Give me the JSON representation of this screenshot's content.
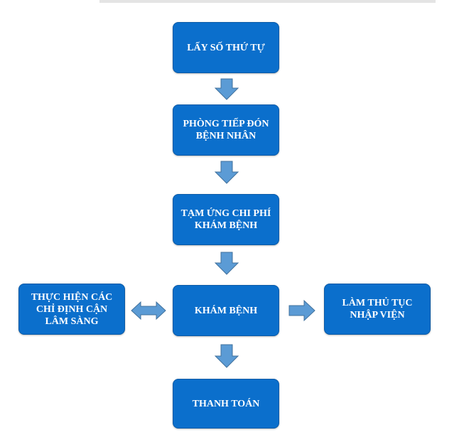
{
  "colors": {
    "node_fill": "#0b6fcc",
    "node_border": "#0a5aa6",
    "arrow_fill": "#5b9bd5",
    "arrow_stroke": "#41719c"
  },
  "nodes": {
    "lay_so": "LẤY SỐ THỨ TỰ",
    "tiep_don": "PHÒNG TIẾP ĐÓN BỆNH NHÂN",
    "tam_ung": "TẠM ỨNG CHI PHÍ KHÁM BỆNH",
    "kham": "KHÁM BỆNH",
    "thanh_toan": "THANH TOÁN",
    "can_lam_sang": "THỰC HIỆN CÁC CHỈ ĐỊNH CẬN LÂM SÀNG",
    "nhap_vien": "LÀM THỦ TỤC NHẬP VIỆN"
  }
}
